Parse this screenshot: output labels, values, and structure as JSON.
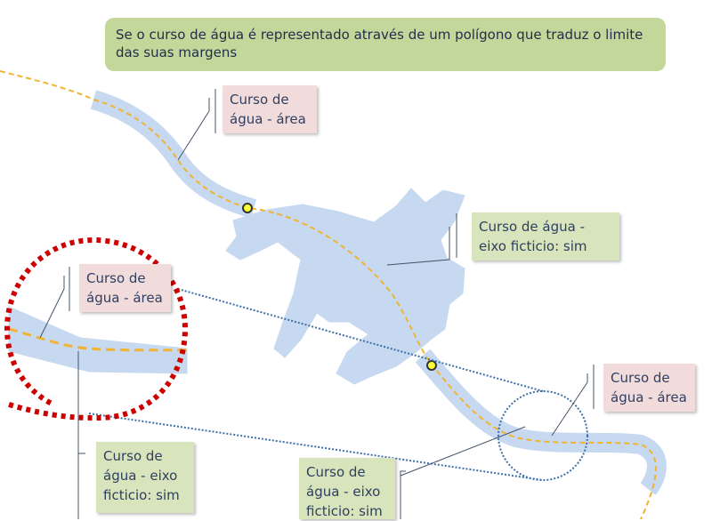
{
  "banner": {
    "text": "Se o curso de água é representado através de um polígono que traduz o limite das suas margens"
  },
  "callouts": [
    {
      "text": "Curso de água - área",
      "type": "area"
    },
    {
      "text": "Curso de água - eixo ficticio: sim",
      "type": "eixo"
    },
    {
      "text": "Curso de água - área",
      "type": "area"
    },
    {
      "text": "Curso de água - área",
      "type": "area"
    },
    {
      "text": "Curso de água - eixo ficticio: sim",
      "type": "eixo"
    },
    {
      "text": "Curso de água - eixo ficticio: sim",
      "type": "eixo"
    }
  ],
  "colors": {
    "water": "#c6d9f0",
    "axis": "#f0b432",
    "area_label": "#f2dcdb",
    "eixo_label": "#d8e4bc",
    "zoom_circle": "#cc0000",
    "node": "#ffff33"
  }
}
